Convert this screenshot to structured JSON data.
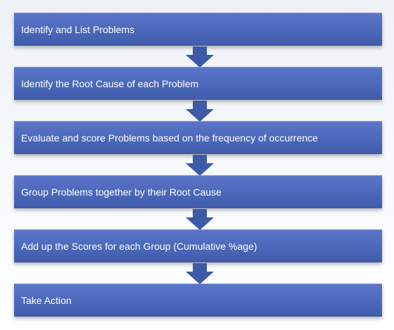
{
  "steps": [
    {
      "label": "Identify and List Problems"
    },
    {
      "label": "Identify the Root Cause of each Problem"
    },
    {
      "label": "Evaluate and score Problems based on the frequency of occurrence"
    },
    {
      "label": "Group Problems together by their Root Cause"
    },
    {
      "label": "Add up the Scores for each Group (Cumulative %age)"
    },
    {
      "label": "Take Action"
    }
  ],
  "colors": {
    "box_fill": "#4a66b8",
    "arrow_fill": "#3d5aa8",
    "text": "#ffffff"
  },
  "icons": {
    "connector": "down-arrow-icon"
  }
}
